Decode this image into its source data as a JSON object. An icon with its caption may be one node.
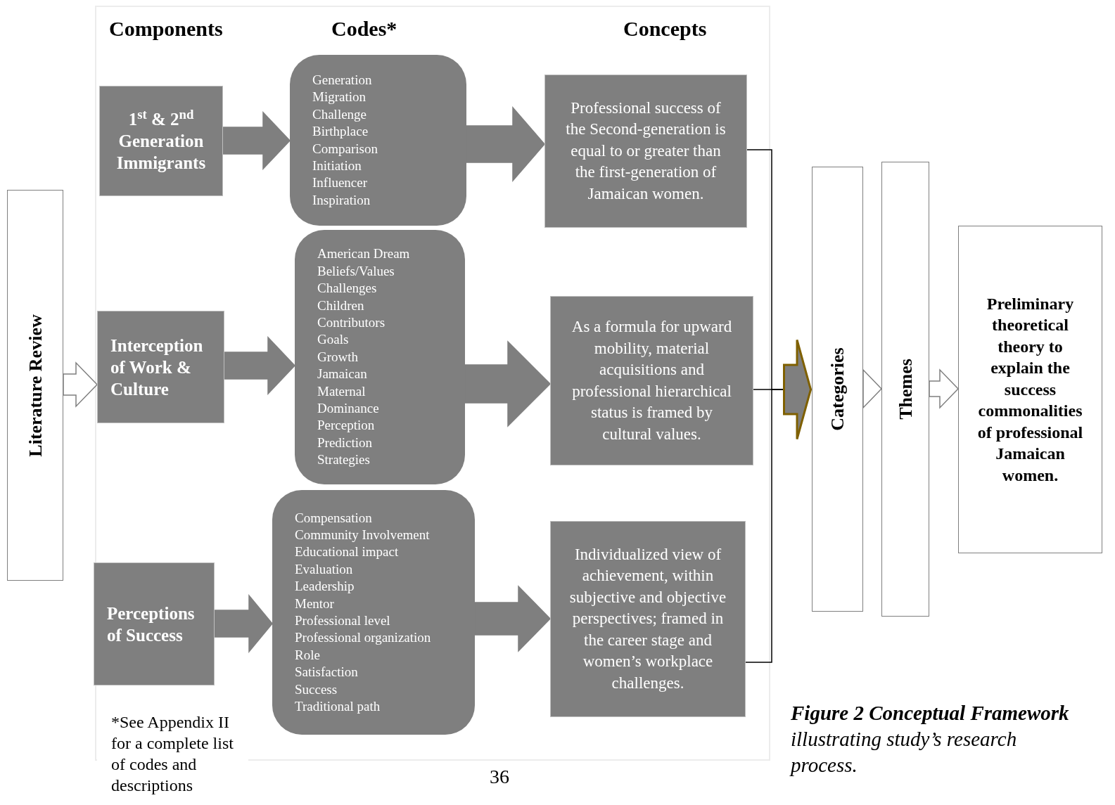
{
  "diagram": {
    "caption": "**Figure 2 Conceptual Framework** illustrating study’s research process.",
    "nodes": [
      {
        "text": [
          "Literature Review"
        ]
      },
      {
        "text": [
          "1$^{st}$ & 2$^{nd}$ Generation Immigrants"
        ]
      },
      {
        "text": [
          "Generation",
          "Migration",
          "Challenge",
          "Birthplace",
          "Comparison",
          "Initiation",
          "Influencer",
          "Inspiration"
        ]
      },
      {
        "text": [
          "Professional success of the Second-generation is equal to or greater than the first-generation of Jamaican women."
        ]
      },
      {
        "text": [
          "Interception of Work & Culture"
        ]
      },
      {
        "text": [
          "American Dream",
          "Beliefs/Values",
          "Challenges",
          "Children",
          "Contributors",
          "Goals",
          "Growth",
          "Jamaican",
          "Maternal",
          "Dominance",
          "Perception",
          "Prediction",
          "Strategies"
        ]
      },
      {
        "text": [
          "As a formula for upward mobility, material acquisitions and professional hierarchical status is framed by cultural values."
        ]
      },
      {
        "text": [
          "Perceptions of Success"
        ]
      },
      {
        "text": [
          "Compensation",
          "Community Involvement",
          "Educational impact",
          "Evaluation",
          "Leadership",
          "Mentor",
          "Professional level",
          "Professional organization",
          "Role",
          "Satisfaction",
          "Success",
          "Traditional path"
        ]
      },
      {
        "text": [
          "Individualized view of achievement, within subjective and objective perspectives; framed in the career stage and women’s workplace challenges."
        ]
      },
      {
        "text": [],
        "shape": "arrow"
      },
      {
        "text": [
          "Categories"
        ]
      },
      {
        "text": [
          "Themes"
        ]
      },
      {
        "text": [
          "Preliminary theoretical theory to explain the success commonalities of professional Jamaican women."
        ]
      }
    ],
    "edges": [
      {
        "from": 0,
        "to": 4,
        "arrow": "to",
        "color": "#ffffff"
      },
      {
        "from": 1,
        "to": 2,
        "arrow": "to"
      },
      {
        "from": 2,
        "to": 3,
        "arrow": "to"
      },
      {
        "from": 4,
        "to": 5,
        "arrow": "to"
      },
      {
        "from": 5,
        "to": 6,
        "arrow": "to"
      },
      {
        "from": 7,
        "to": 8,
        "arrow": "to"
      },
      {
        "from": 8,
        "to": 9,
        "arrow": "to"
      },
      {
        "from": 3,
        "to": 10,
        "arrow": "none"
      },
      {
        "from": 6,
        "to": 10,
        "arrow": "none"
      },
      {
        "from": 9,
        "to": 10,
        "arrow": "none"
      },
      {
        "from": 11,
        "to": 12,
        "arrow": "to",
        "color": "#ffffff"
      },
      {
        "from": 12,
        "to": 13,
        "arrow": "to",
        "color": "#ffffff"
      }
    ],
    "labels": [
      "Components",
      "Codes*",
      "Concepts",
      "*See Appendix II for a complete list of  codes and descriptions",
      "36"
    ]
  }
}
